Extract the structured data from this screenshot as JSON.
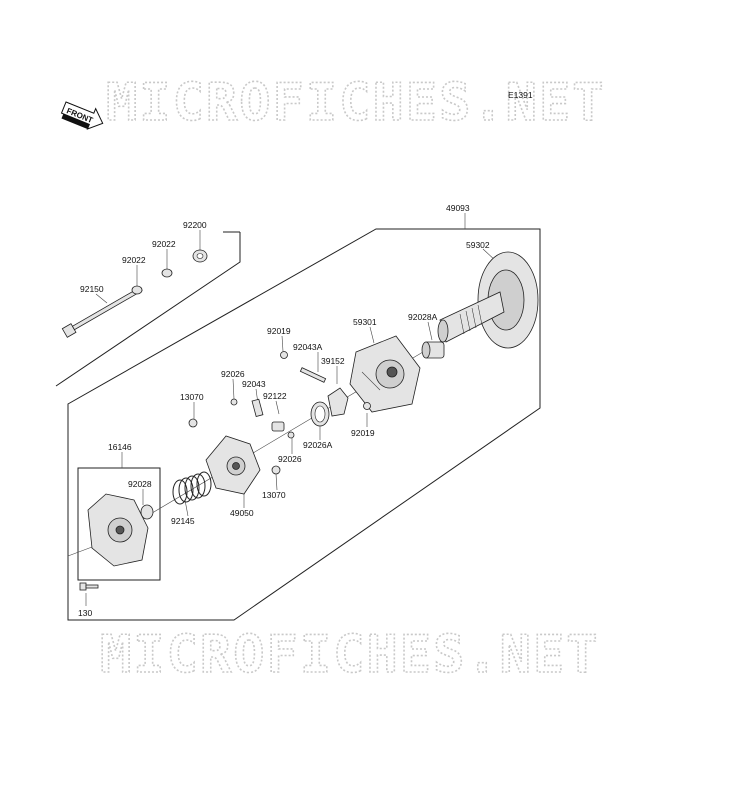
{
  "diagram": {
    "code": "E1391",
    "front_label": "FRONT",
    "watermark_top": "MICROFICHES.NET",
    "watermark_bottom": "MICROFICHES.NET",
    "labels": {
      "p49093": "49093",
      "p59302": "59302",
      "p92200": "92200",
      "p92022a": "92022",
      "p92022b": "92022",
      "p92150": "92150",
      "p59301": "59301",
      "p92028a": "92028A",
      "p92019a": "92019",
      "p92043a": "92043A",
      "p39152": "39152",
      "p92026a": "92026",
      "p92043": "92043",
      "p92122": "92122",
      "p13070a": "13070",
      "p92026A": "92026A",
      "p92019b": "92019",
      "p92026b": "92026",
      "p16146": "16146",
      "p92028": "92028",
      "p13070b": "13070",
      "p92145": "92145",
      "p49050": "49050",
      "p130": "130"
    }
  }
}
